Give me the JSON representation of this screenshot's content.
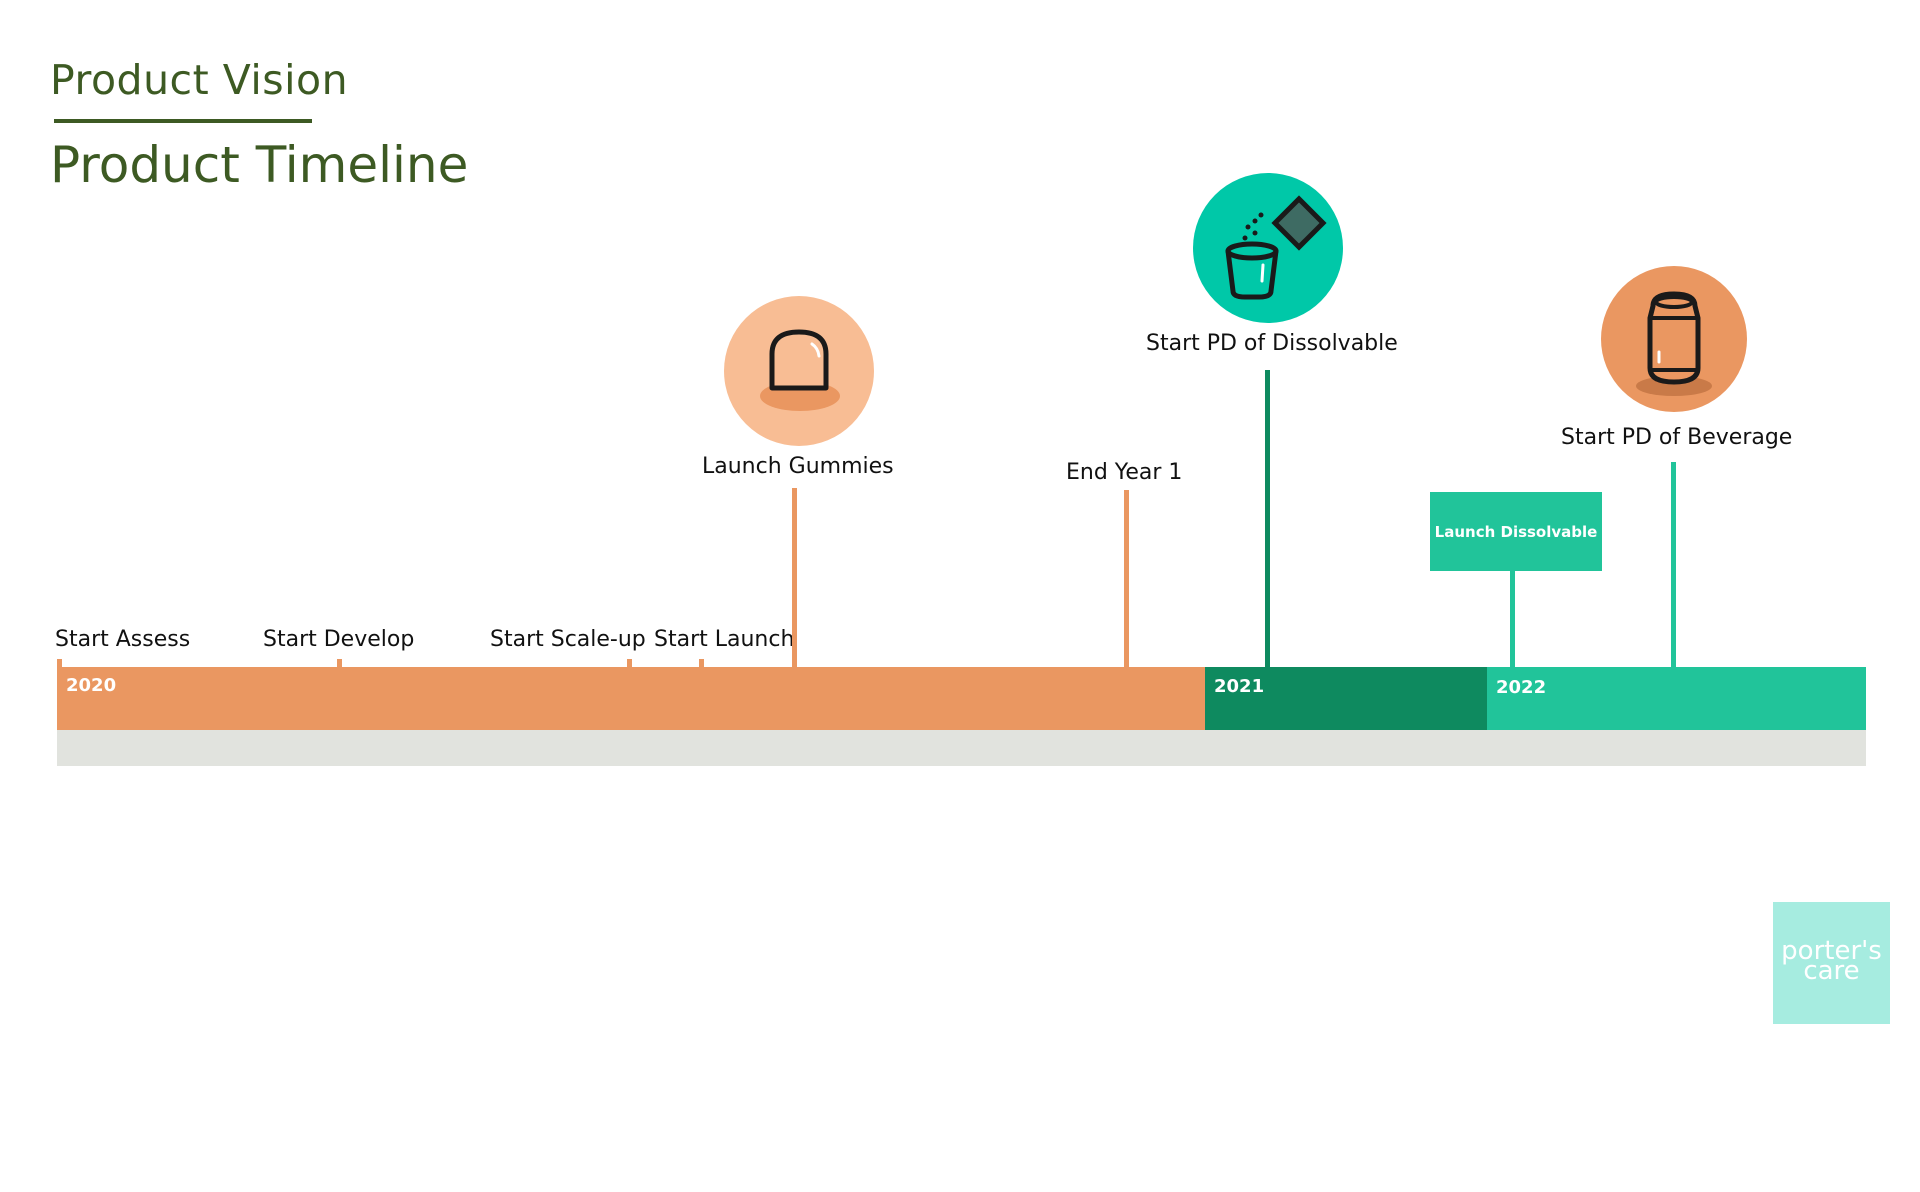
{
  "header": {
    "subtitle": "Product Vision",
    "title": "Product Timeline"
  },
  "timeline": {
    "years": [
      {
        "label": "2020",
        "color": "#ea9761"
      },
      {
        "label": "2021",
        "color": "#0e8a5f"
      },
      {
        "label": "2022",
        "color": "#21c49a"
      }
    ],
    "track_color": "#e1e3de",
    "milestones": [
      {
        "label": "Start Assess"
      },
      {
        "label": "Start Develop"
      },
      {
        "label": "Start Scale-up"
      },
      {
        "label": "Start Launch"
      },
      {
        "label": "Launch Gummies",
        "icon": "gummy-icon"
      },
      {
        "label": "End Year 1"
      },
      {
        "label": "Start PD of Dissolvable",
        "icon": "dissolvable-cup-icon"
      },
      {
        "label": "Launch Dissolvable"
      },
      {
        "label": "Start PD of Beverage",
        "icon": "beverage-can-icon"
      }
    ]
  },
  "logo": {
    "line1": "porter's",
    "line2": "care"
  },
  "colors": {
    "title": "#3d5a23",
    "orange": "#ea9761",
    "dark_green": "#0e8a5f",
    "teal": "#21c49a",
    "light_orange": "#f8bd94",
    "bright_teal": "#00c8a8"
  }
}
